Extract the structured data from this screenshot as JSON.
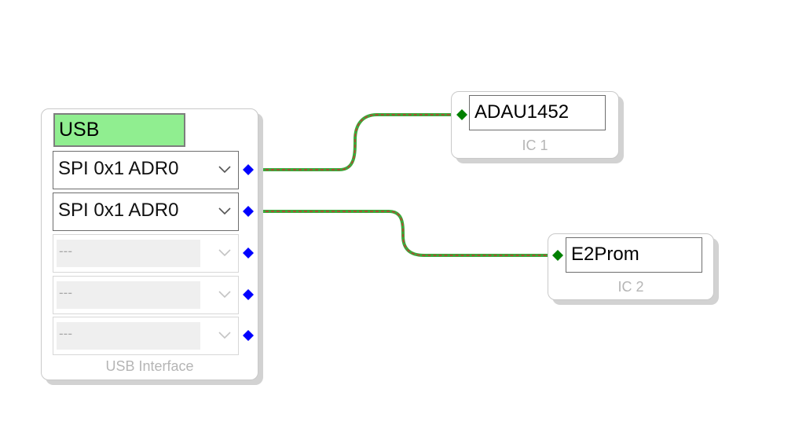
{
  "usb_interface": {
    "title": "USB",
    "caption": "USB Interface",
    "ports": [
      {
        "label": "SPI 0x1 ADR0",
        "active": true
      },
      {
        "label": "SPI 0x1 ADR0",
        "active": true
      },
      {
        "label": "---",
        "active": false
      },
      {
        "label": "---",
        "active": false
      },
      {
        "label": "---",
        "active": false
      }
    ]
  },
  "ic1": {
    "name": "ADAU1452",
    "caption": "IC 1"
  },
  "ic2": {
    "name": "E2Prom",
    "caption": "IC 2"
  },
  "colors": {
    "usb_title_bg": "#90ee90",
    "output_connector": "#0000ff",
    "input_connector": "#008000",
    "wire_primary": "#3aaa3a",
    "wire_secondary": "#cc3333"
  }
}
